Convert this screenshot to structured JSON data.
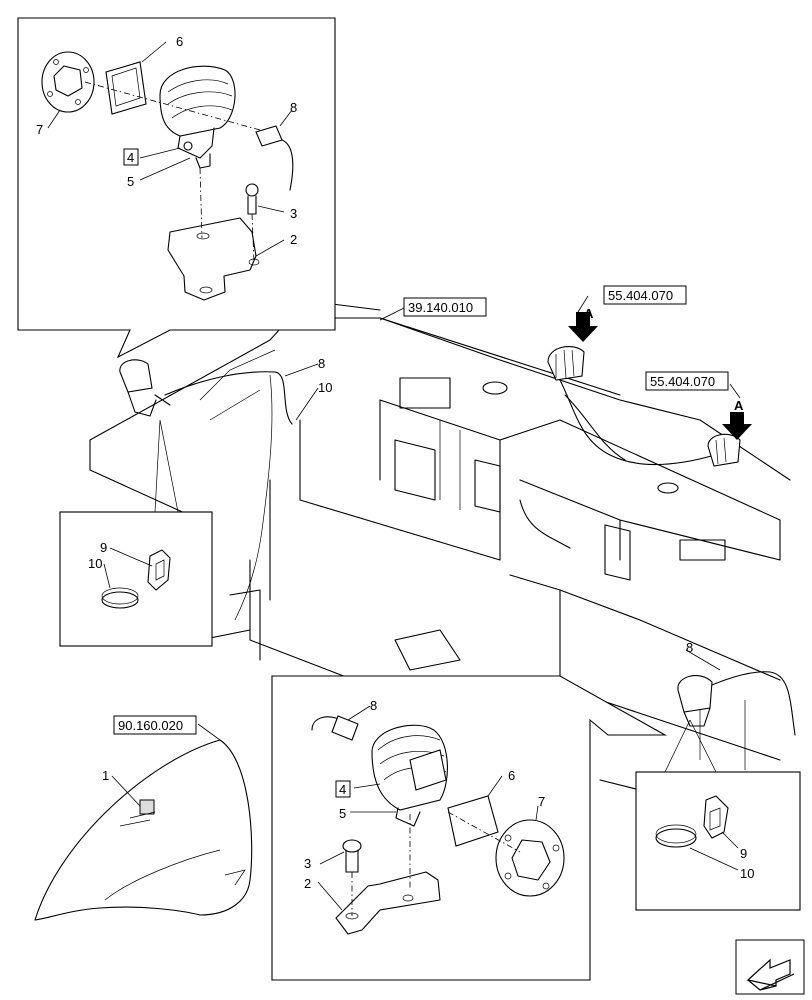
{
  "references": {
    "ref_top": "39.140.010",
    "ref_right_1": "55.404.070",
    "ref_right_2": "55.404.070",
    "ref_left": "90.160.020"
  },
  "view_markers": {
    "marker_1": "A",
    "marker_2": "A"
  },
  "callouts": {
    "tl_6": "6",
    "tl_7": "7",
    "tl_4": "4",
    "tl_5": "5",
    "tl_8": "8",
    "tl_3": "3",
    "tl_2": "2",
    "main_8_left": "8",
    "main_10_left": "10",
    "ml_9": "9",
    "ml_10": "10",
    "main_8_right": "8",
    "br_8": "8",
    "br_4": "4",
    "br_5": "5",
    "br_6": "6",
    "br_7": "7",
    "br_3": "3",
    "br_2": "2",
    "rd_9": "9",
    "rd_10": "10",
    "cab_1": "1"
  }
}
